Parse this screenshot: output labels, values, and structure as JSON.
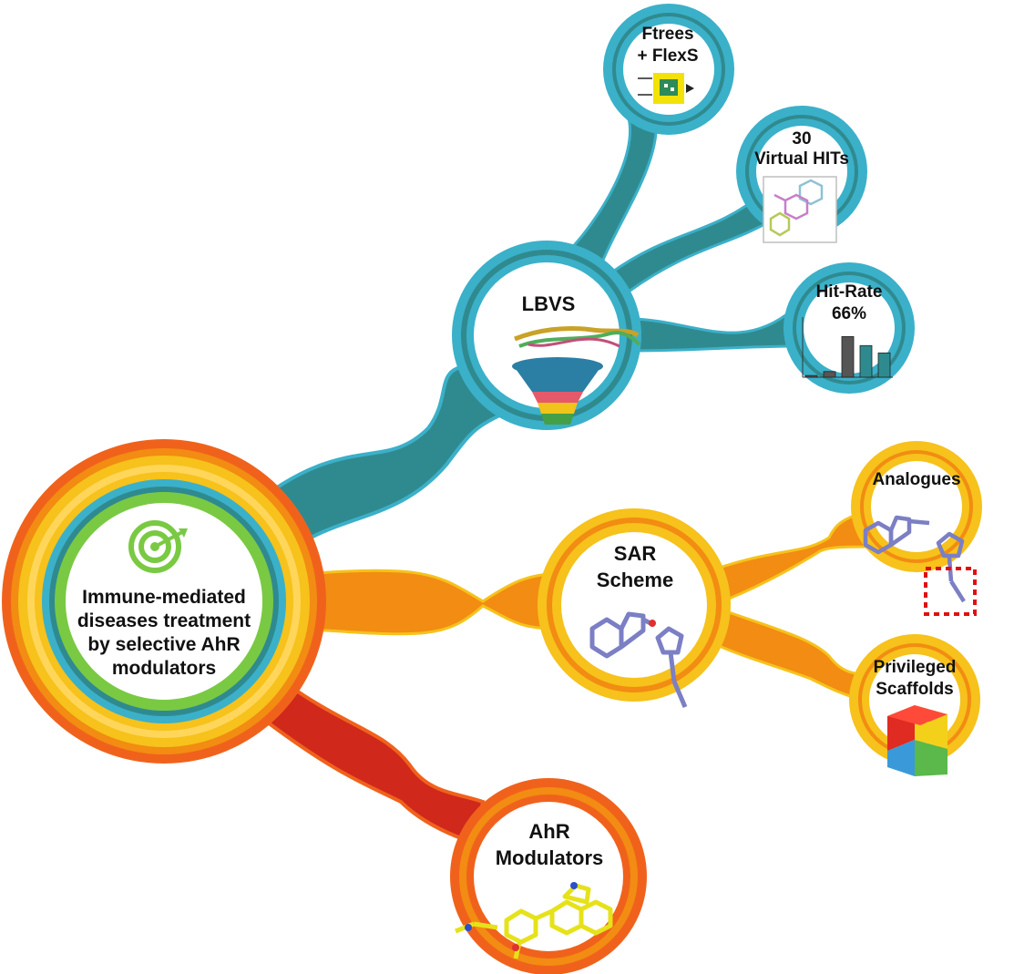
{
  "center": {
    "title_lines": [
      "Immune-mediated",
      "diseases treatment",
      "by selective AhR",
      "modulators"
    ],
    "icon": "target-arrow-icon"
  },
  "nodes": {
    "lbvs": {
      "label": "LBVS",
      "icon": "funnel-icon"
    },
    "ftrees": {
      "label_lines": [
        "Ftrees",
        "+ FlexS"
      ],
      "icon": "workflow-node-icon"
    },
    "virtual_hits": {
      "label_lines": [
        "30",
        "Virtual HITs"
      ],
      "icon": "molecule-structure-icon"
    },
    "hit_rate": {
      "label_lines": [
        "Hit-Rate",
        "66%"
      ],
      "icon": "bar-chart-icon"
    },
    "sar": {
      "label_lines": [
        "SAR",
        "Scheme"
      ],
      "icon": "molecule-structure-icon"
    },
    "analogues": {
      "label": "Analogues",
      "icon": "molecule-structure-icon"
    },
    "privileged": {
      "label_lines": [
        "Privileged",
        "Scaffolds"
      ],
      "icon": "puzzle-cube-icon"
    },
    "ahr": {
      "label_lines": [
        "AhR",
        "Modulators"
      ],
      "icon": "molecule-structure-icon"
    }
  },
  "colors": {
    "teal": "#2f8a8f",
    "teal_ring": "#3bb0c9",
    "orange": "#f28c12",
    "yellow_ring": "#f6c21b",
    "red": "#d0281b",
    "orange_ring": "#f0621c",
    "green": "#7ac943"
  },
  "hit_rate_bars": [
    0.03,
    0.1,
    0.72,
    0.56,
    0.43
  ]
}
